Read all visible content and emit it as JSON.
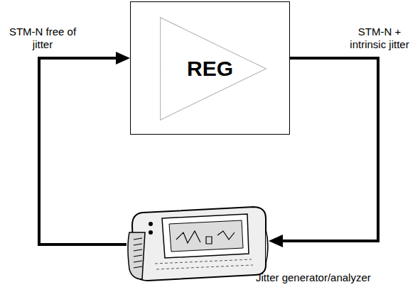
{
  "diagram": {
    "nodes": [
      {
        "text": [
          "REG"
        ]
      },
      {
        "text": [
          "Jitter generator/analyzer"
        ]
      }
    ],
    "edges": [
      {
        "from": 1,
        "to": 0,
        "arrow": "to",
        "label": "STM-N free of jitter"
      },
      {
        "from": 0,
        "to": 1,
        "arrow": "to",
        "label": "STM-N + intrinsic jitter"
      }
    ]
  }
}
